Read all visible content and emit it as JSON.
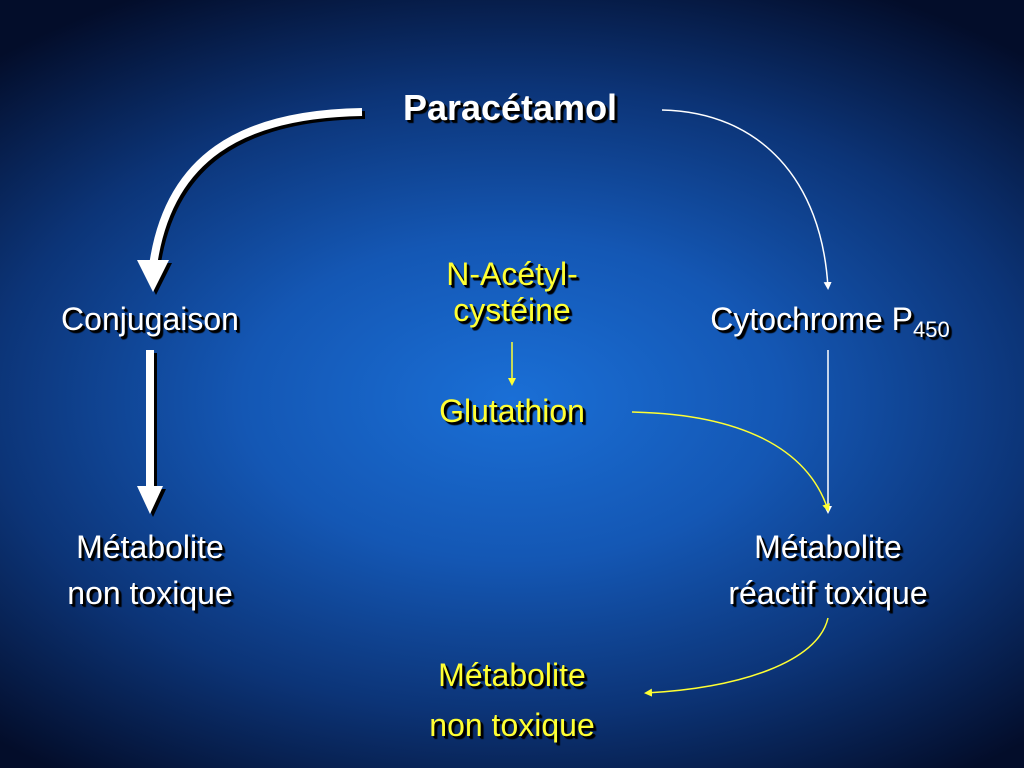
{
  "nodes": {
    "paracetamol": "Paracétamol",
    "conjugaison": "Conjugaison",
    "cytochrome": "Cytochrome P",
    "cytochrome_sub": "450",
    "nac_line1": "N-Acétyl-",
    "nac_line2": "cystéine",
    "glutathion": "Glutathion",
    "met_non_toxique_left_line1": "Métabolite",
    "met_non_toxique_left_line2": "non toxique",
    "met_reactif_line1": "Métabolite",
    "met_reactif_line2": "réactif toxique",
    "met_non_toxique_bottom_line1": "Métabolite",
    "met_non_toxique_bottom_line2": "non toxique"
  },
  "colors": {
    "text_primary": "#ffffff",
    "text_highlight": "#ffff33",
    "background": "#1457b4"
  }
}
